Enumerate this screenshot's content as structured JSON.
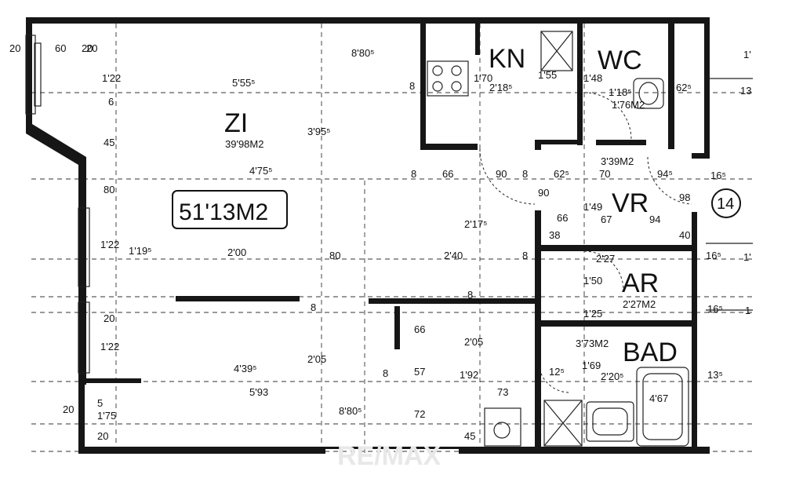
{
  "rooms": {
    "zi": {
      "label": "ZI",
      "area": "39'98M2"
    },
    "kn": {
      "label": "KN"
    },
    "wc": {
      "label": "WC"
    },
    "vr": {
      "label": "VR",
      "area": "3'39M2"
    },
    "ar": {
      "label": "AR",
      "area": "2'27M2"
    },
    "bad": {
      "label": "BAD",
      "area": "3'73M2"
    }
  },
  "total_area": "51'13M2",
  "unit_number": "14",
  "watermark": "RE/MAX",
  "dims": {
    "d_20_top": "20",
    "d_60": "60",
    "d_20_b": "20",
    "d_880_top": "8'80⁵",
    "d_555": "5'55⁵",
    "d_395": "3'95⁵",
    "d_475": "4'75⁵",
    "d_8_kn": "8",
    "d_170": "1'70",
    "d_218": "2'18⁵",
    "d_155": "1'55",
    "d_148": "1'48",
    "d_118": "1'18⁵",
    "d_176": "1'76M2",
    "d_625": "62⁵",
    "d_1_r1": "1'",
    "d_13": "13",
    "d_8_a": "8",
    "d_66": "66",
    "d_90": "90",
    "d_8_b": "8",
    "d_625b": "62⁵",
    "d_70": "70",
    "d_945": "94⁵",
    "d_165a": "16⁵",
    "d_98": "98",
    "d_2175": "2'17⁵",
    "d_90v": "90",
    "d_66b": "66",
    "d_149": "1'49",
    "d_67": "67",
    "d_94": "94",
    "d_38": "38",
    "d_40": "40",
    "d_1195": "1'19⁵",
    "d_200": "2'00",
    "d_80": "80",
    "d_240": "2'40",
    "d_8_c": "8",
    "d_227": "2'27",
    "d_165b": "16⁵",
    "d_1_r2": "1'",
    "d_8_d": "8",
    "d_8_e": "8",
    "d_150": "1'50",
    "d_125": "1'25",
    "d_165c": "16⁵",
    "d_1_r3": "1",
    "d_66c": "66",
    "d_205a": "2'05",
    "d_205b": "2'05",
    "d_169": "1'69",
    "d_4395": "4'39⁵",
    "d_8_f": "8",
    "d_57": "57",
    "d_192": "1'92",
    "d_125b": "12⁵",
    "d_2205": "2'20⁵",
    "d_135": "13⁵",
    "d_593": "5'93",
    "d_73": "73",
    "d_467": "4'67",
    "d_20_l1": "20",
    "d_5_l": "5",
    "d_175_l": "1'75",
    "d_880_bot": "8'80⁵",
    "d_72": "72",
    "d_45": "45",
    "d_20_l2": "20",
    "l_122a": "1'22",
    "l_45": "45",
    "l_80": "80",
    "l_122b": "1'22",
    "l_20": "20",
    "l_122c": "1'22",
    "l_6": "6",
    "l_20b": "20"
  }
}
